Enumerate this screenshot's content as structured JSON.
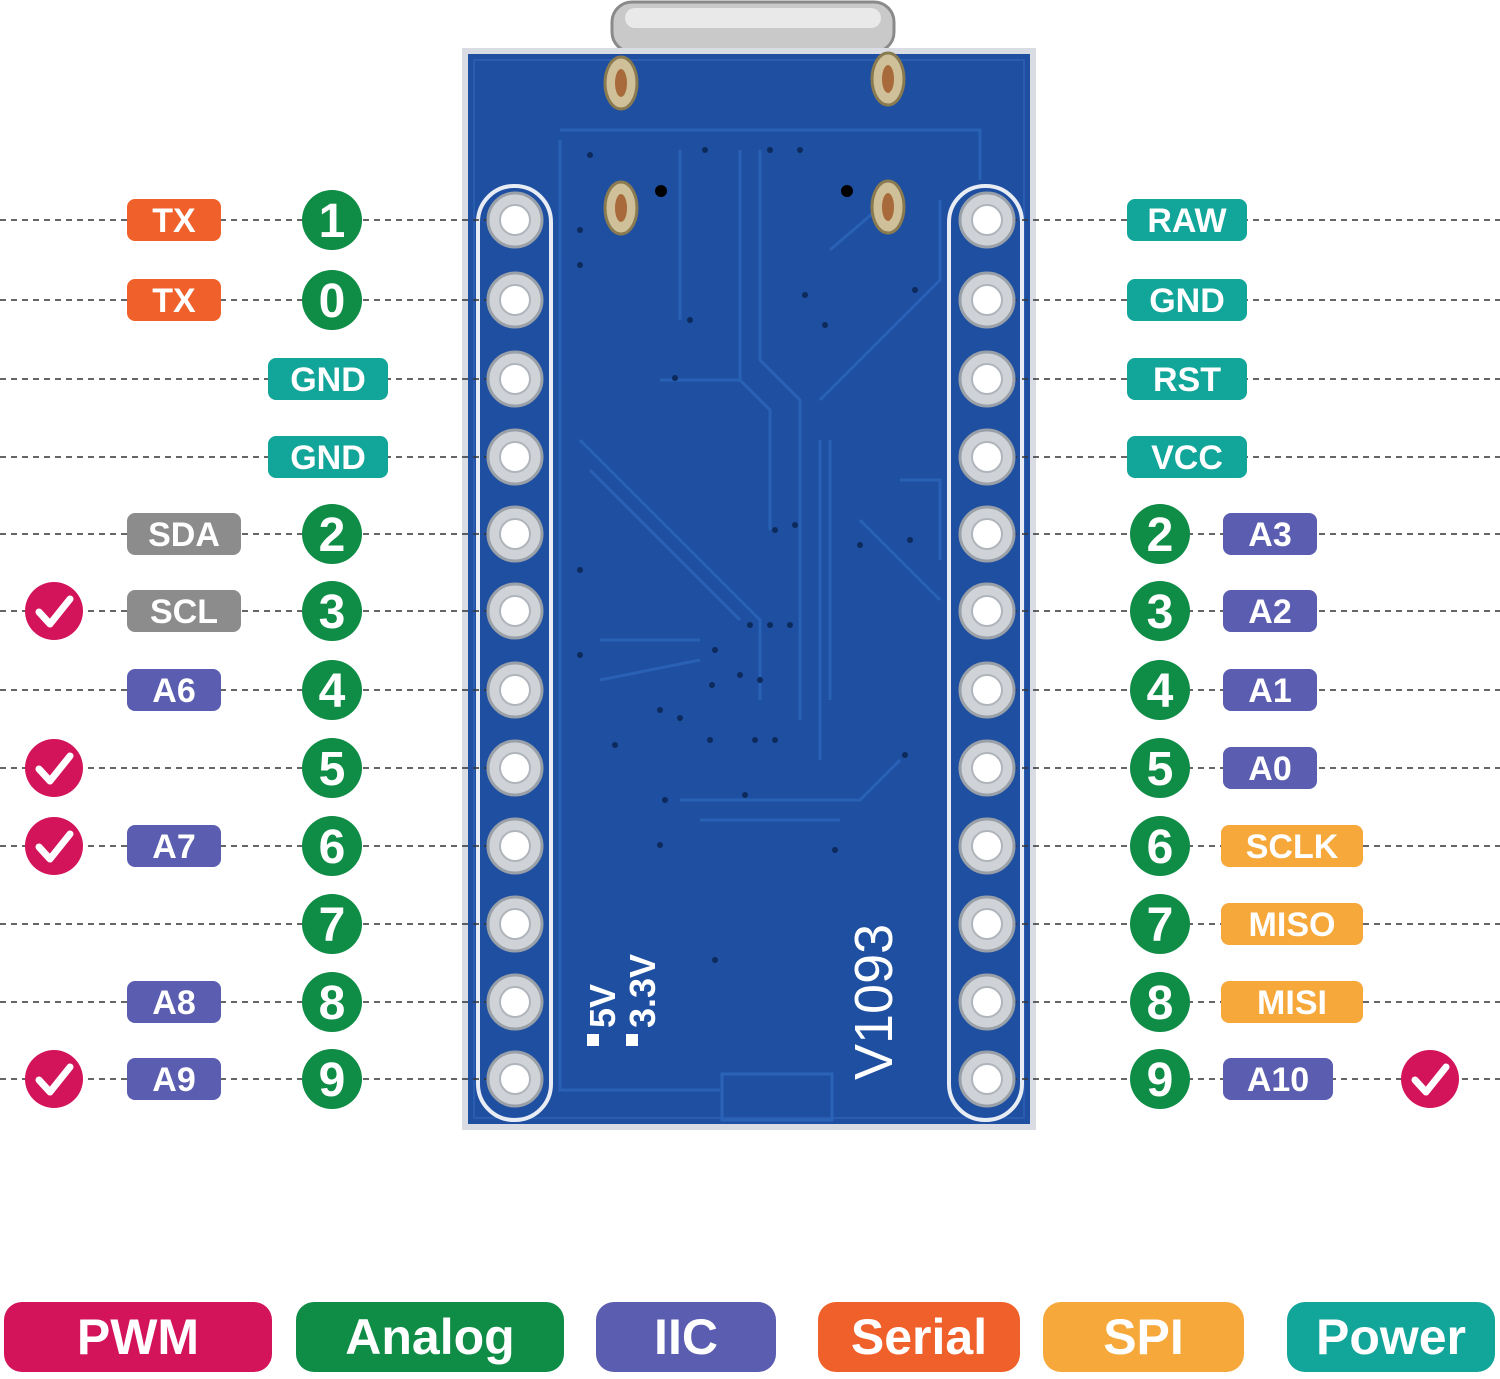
{
  "colors": {
    "pwm": "#d4145a",
    "analog": "#0f8c45",
    "iic": "#5a5db0",
    "serial": "#f0602a",
    "spi": "#f7a83a",
    "power": "#12a59a",
    "i2c_gray": "#8c8c8c",
    "board": "#1f4fa0"
  },
  "board": {
    "silk_text": "V1093",
    "jumper_5v": "5V",
    "jumper_33v": "3.3V"
  },
  "left_pins": [
    {
      "num": "1",
      "tags": [
        {
          "text": "TX",
          "color": "serial"
        }
      ],
      "pwm": false
    },
    {
      "num": "0",
      "tags": [
        {
          "text": "TX",
          "color": "serial"
        }
      ],
      "pwm": false
    },
    {
      "num": "",
      "tags": [
        {
          "text": "GND",
          "color": "power"
        }
      ],
      "pwm": false
    },
    {
      "num": "",
      "tags": [
        {
          "text": "GND",
          "color": "power"
        }
      ],
      "pwm": false
    },
    {
      "num": "2",
      "tags": [
        {
          "text": "SDA",
          "color": "i2c_gray"
        }
      ],
      "pwm": false
    },
    {
      "num": "3",
      "tags": [
        {
          "text": "SCL",
          "color": "i2c_gray"
        }
      ],
      "pwm": true
    },
    {
      "num": "4",
      "tags": [
        {
          "text": "A6",
          "color": "iic"
        }
      ],
      "pwm": false
    },
    {
      "num": "5",
      "tags": [],
      "pwm": true
    },
    {
      "num": "6",
      "tags": [
        {
          "text": "A7",
          "color": "iic"
        }
      ],
      "pwm": true
    },
    {
      "num": "7",
      "tags": [],
      "pwm": false
    },
    {
      "num": "8",
      "tags": [
        {
          "text": "A8",
          "color": "iic"
        }
      ],
      "pwm": false
    },
    {
      "num": "9",
      "tags": [
        {
          "text": "A9",
          "color": "iic"
        }
      ],
      "pwm": true
    }
  ],
  "right_pins": [
    {
      "num": "",
      "tags": [
        {
          "text": "RAW",
          "color": "power"
        }
      ],
      "pwm": false
    },
    {
      "num": "",
      "tags": [
        {
          "text": "GND",
          "color": "power"
        }
      ],
      "pwm": false
    },
    {
      "num": "",
      "tags": [
        {
          "text": "RST",
          "color": "power"
        }
      ],
      "pwm": false
    },
    {
      "num": "",
      "tags": [
        {
          "text": "VCC",
          "color": "power"
        }
      ],
      "pwm": false
    },
    {
      "num": "2",
      "tags": [
        {
          "text": "A3",
          "color": "iic"
        }
      ],
      "pwm": false
    },
    {
      "num": "3",
      "tags": [
        {
          "text": "A2",
          "color": "iic"
        }
      ],
      "pwm": false
    },
    {
      "num": "4",
      "tags": [
        {
          "text": "A1",
          "color": "iic"
        }
      ],
      "pwm": false
    },
    {
      "num": "5",
      "tags": [
        {
          "text": "A0",
          "color": "iic"
        }
      ],
      "pwm": false
    },
    {
      "num": "6",
      "tags": [
        {
          "text": "SCLK",
          "color": "spi"
        }
      ],
      "pwm": false
    },
    {
      "num": "7",
      "tags": [
        {
          "text": "MISO",
          "color": "spi"
        }
      ],
      "pwm": false
    },
    {
      "num": "8",
      "tags": [
        {
          "text": "MISI",
          "color": "spi"
        }
      ],
      "pwm": false
    },
    {
      "num": "9",
      "tags": [
        {
          "text": "A10",
          "color": "iic"
        }
      ],
      "pwm": true
    }
  ],
  "legend": [
    {
      "label": "PWM",
      "color": "pwm"
    },
    {
      "label": "Analog",
      "color": "analog"
    },
    {
      "label": "IIC",
      "color": "iic"
    },
    {
      "label": "Serial",
      "color": "serial"
    },
    {
      "label": "SPI",
      "color": "spi"
    },
    {
      "label": "Power",
      "color": "power"
    }
  ]
}
